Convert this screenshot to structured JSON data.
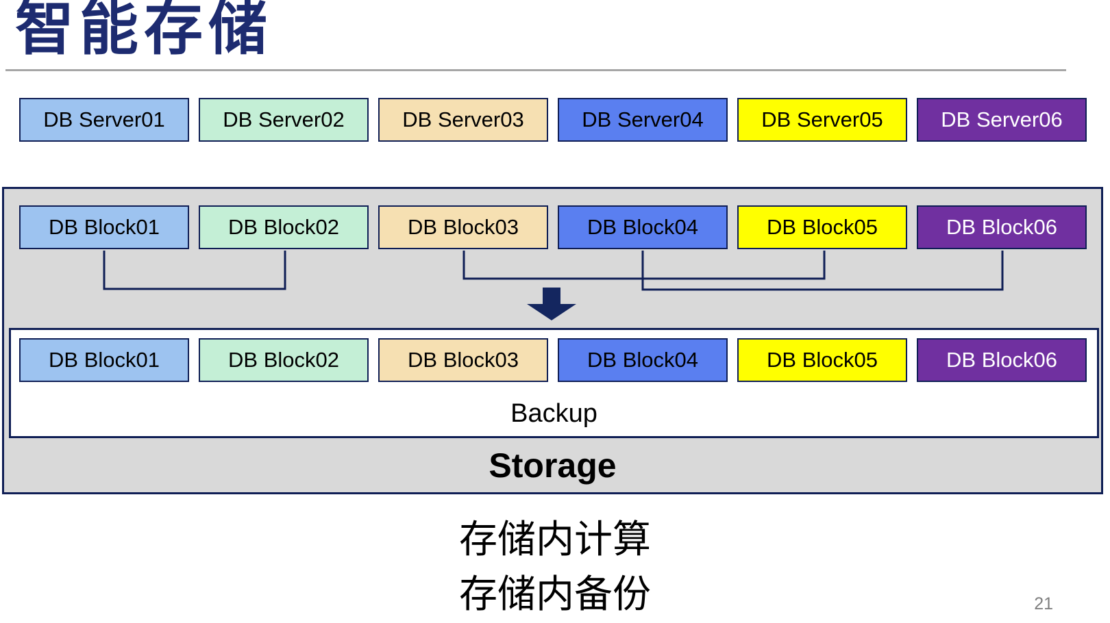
{
  "slide": {
    "title": "智能存储",
    "page_number": "21",
    "captions": [
      "存储内计算",
      "存储内备份"
    ]
  },
  "colors": {
    "title": "#1D2B70",
    "divider": "#A6A6A6",
    "box_border": "#0F1E55",
    "container_bg": "#D9D9D9",
    "backup_box_bg": "#FFFFFF",
    "connector": "#0F1E55",
    "arrow": "#14265F",
    "page_number": "#7F7F7F"
  },
  "servers": [
    {
      "label": "DB Server01",
      "bg": "#9DC3F0",
      "fg": "#000000"
    },
    {
      "label": "DB Server02",
      "bg": "#C4EFD6",
      "fg": "#000000"
    },
    {
      "label": "DB Server03",
      "bg": "#F6E0B2",
      "fg": "#000000"
    },
    {
      "label": "DB Server04",
      "bg": "#5A7FF0",
      "fg": "#000000"
    },
    {
      "label": "DB Server05",
      "bg": "#FFFF00",
      "fg": "#000000"
    },
    {
      "label": "DB Server06",
      "bg": "#7030A0",
      "fg": "#FFFFFF"
    }
  ],
  "blocks_top": [
    {
      "label": "DB Block01",
      "bg": "#9DC3F0",
      "fg": "#000000"
    },
    {
      "label": "DB Block02",
      "bg": "#C4EFD6",
      "fg": "#000000"
    },
    {
      "label": "DB Block03",
      "bg": "#F6E0B2",
      "fg": "#000000"
    },
    {
      "label": "DB Block04",
      "bg": "#5A7FF0",
      "fg": "#000000"
    },
    {
      "label": "DB Block05",
      "bg": "#FFFF00",
      "fg": "#000000"
    },
    {
      "label": "DB Block06",
      "bg": "#7030A0",
      "fg": "#FFFFFF"
    }
  ],
  "blocks_bottom": [
    {
      "label": "DB Block01",
      "bg": "#9DC3F0",
      "fg": "#000000"
    },
    {
      "label": "DB Block02",
      "bg": "#C4EFD6",
      "fg": "#000000"
    },
    {
      "label": "DB Block03",
      "bg": "#F6E0B2",
      "fg": "#000000"
    },
    {
      "label": "DB Block04",
      "bg": "#5A7FF0",
      "fg": "#000000"
    },
    {
      "label": "DB Block05",
      "bg": "#FFFF00",
      "fg": "#000000"
    },
    {
      "label": "DB Block06",
      "bg": "#7030A0",
      "fg": "#FFFFFF"
    }
  ],
  "storage_box": {
    "backup_label": "Backup",
    "storage_label": "Storage"
  }
}
